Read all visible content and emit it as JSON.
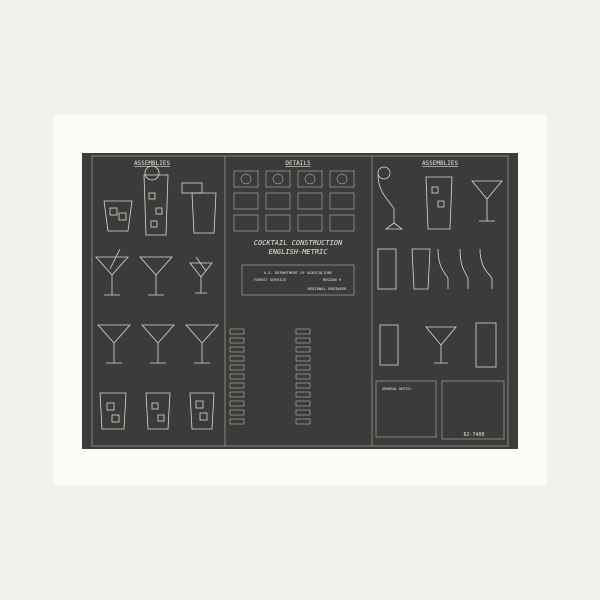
{
  "poster": {
    "left_header": "ASSEMBLIES",
    "center_header": "DETAILS",
    "right_header": "ASSEMBLIES",
    "title_line1": "COCKTAIL CONSTRUCTION",
    "title_line2": "ENGLISH-METRIC",
    "agency": [
      "U.S. DEPARTMENT OF AGRICULTURE",
      "FOREST SERVICE",
      "REGION 9",
      "REGIONAL ENGINEER"
    ],
    "notes_heading": "GENERAL NOTES:",
    "sheet_number": "62-7400",
    "colors": {
      "background": "#3b3b39",
      "ink": "#d9d9d4",
      "mat": "#fbfbf8",
      "page": "#f1f1ee"
    }
  }
}
